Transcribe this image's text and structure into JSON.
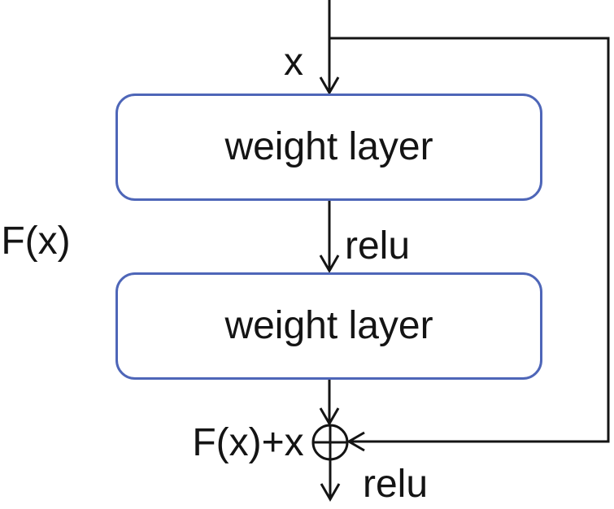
{
  "diagram": {
    "name": "residual-learning-building-block",
    "labels": {
      "input": "x",
      "weight_layer_1": "weight layer",
      "weight_layer_2": "weight layer",
      "relu_mid": "relu",
      "function": "F(x)",
      "sum": "F(x)+x",
      "relu_out": "relu"
    },
    "nodes": {
      "addition_operator": "circled-plus"
    },
    "colors": {
      "background": "#ffffff",
      "line": "#141414",
      "box_border": "#4e66b8",
      "text": "#141414"
    }
  }
}
